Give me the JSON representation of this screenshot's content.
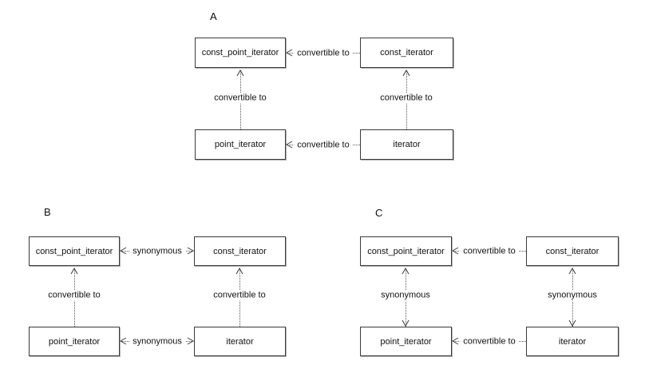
{
  "page": {
    "background": "#ffffff",
    "line_color": "#3a3a3a",
    "text_color": "#111111"
  },
  "diagrams": [
    {
      "label": "A",
      "boxes": {
        "top_left": "const_point_iterator",
        "top_right": "const_iterator",
        "bottom_left": "point_iterator",
        "bottom_right": "iterator"
      },
      "edges": {
        "top": {
          "label": "convertible to",
          "arrows": "left"
        },
        "bottom": {
          "label": "convertible to",
          "arrows": "left"
        },
        "left": {
          "label": "convertible to",
          "arrows": "up"
        },
        "right": {
          "label": "convertible to",
          "arrows": "up"
        }
      }
    },
    {
      "label": "B",
      "boxes": {
        "top_left": "const_point_iterator",
        "top_right": "const_iterator",
        "bottom_left": "point_iterator",
        "bottom_right": "iterator"
      },
      "edges": {
        "top": {
          "label": "synonymous",
          "arrows": "both"
        },
        "bottom": {
          "label": "synonymous",
          "arrows": "both"
        },
        "left": {
          "label": "convertible to",
          "arrows": "up"
        },
        "right": {
          "label": "convertible to",
          "arrows": "up"
        }
      }
    },
    {
      "label": "C",
      "boxes": {
        "top_left": "const_point_iterator",
        "top_right": "const_iterator",
        "bottom_left": "point_iterator",
        "bottom_right": "iterator"
      },
      "edges": {
        "top": {
          "label": "convertible to",
          "arrows": "left"
        },
        "bottom": {
          "label": "convertible to",
          "arrows": "left"
        },
        "left": {
          "label": "synonymous",
          "arrows": "both"
        },
        "right": {
          "label": "synonymous",
          "arrows": "both"
        }
      }
    }
  ]
}
